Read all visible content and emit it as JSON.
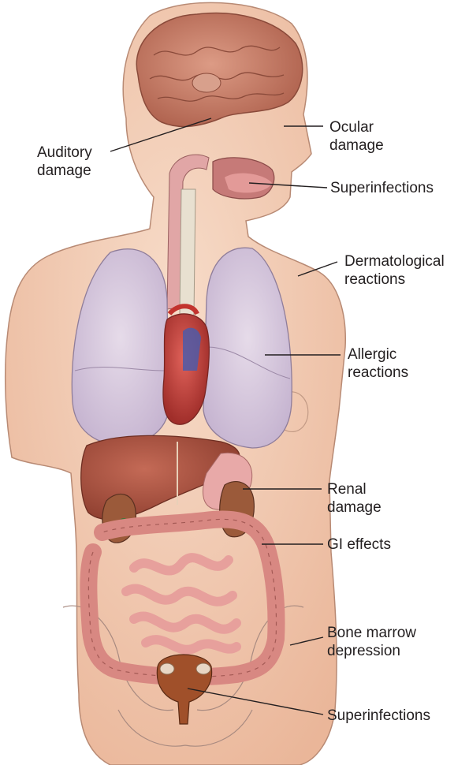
{
  "labels": {
    "auditory": {
      "line1": "Auditory",
      "line2": "damage"
    },
    "ocular": {
      "line1": "Ocular",
      "line2": "damage"
    },
    "superinfections_mouth": "Superinfections",
    "dermatological": {
      "line1": "Dermatological",
      "line2": "reactions"
    },
    "allergic": {
      "line1": "Allergic",
      "line2": "reactions"
    },
    "renal": {
      "line1": "Renal",
      "line2": "damage"
    },
    "gi": "GI effects",
    "bone_marrow": {
      "line1": "Bone marrow",
      "line2": "depression"
    },
    "superinfections_pelvis": "Superinfections"
  },
  "colors": {
    "skin": "#f3c9b0",
    "skin_outline": "#9c7a6a",
    "brain": "#c9806a",
    "lung": "#d9cbe0",
    "heart": "#c0403a",
    "liver": "#a8503d",
    "intestine": "#e0908a",
    "kidney": "#9b5a3a",
    "uterus": "#a0502a",
    "leader_line": "#231f20",
    "label_text": "#231f20"
  }
}
